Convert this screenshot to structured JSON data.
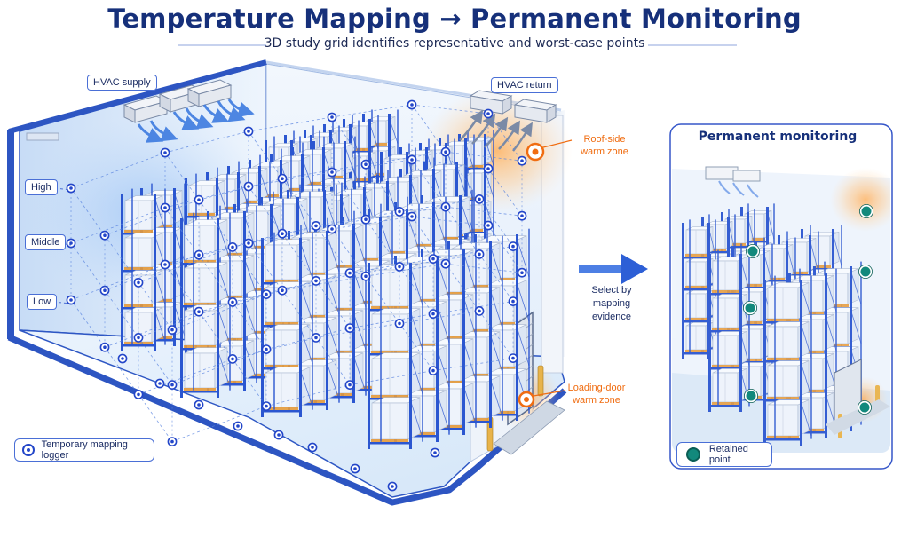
{
  "header": {
    "title": "Temperature Mapping → Permanent Monitoring",
    "subtitle": "3D study grid identifies representative and worst-case points"
  },
  "labels": {
    "hvac_supply": "HVAC supply",
    "hvac_return": "HVAC return",
    "roof_zone": [
      "Roof-side",
      "warm zone"
    ],
    "door_zone": [
      "Loading-door",
      "warm zone"
    ],
    "heights": [
      "High",
      "Middle",
      "Low"
    ],
    "arrow_text": [
      "Select by",
      "mapping",
      "evidence"
    ]
  },
  "legend": {
    "temporary": "Temporary mapping logger",
    "retained": "Retained point"
  },
  "panel": {
    "title": "Permanent monitoring"
  },
  "colors": {
    "title": "#16307a",
    "logger_blue": "#2346c9",
    "retained_teal": "#12897c",
    "warm_orange": "#f06d12",
    "rack_blue": "#2b56d0",
    "beam_orange": "#e59a3a"
  },
  "icons": [
    "hvac-supply-unit-icon",
    "hvac-return-unit-icon",
    "airflow-arrow-icon",
    "loading-door-icon",
    "bollard-icon",
    "right-arrow-icon"
  ]
}
